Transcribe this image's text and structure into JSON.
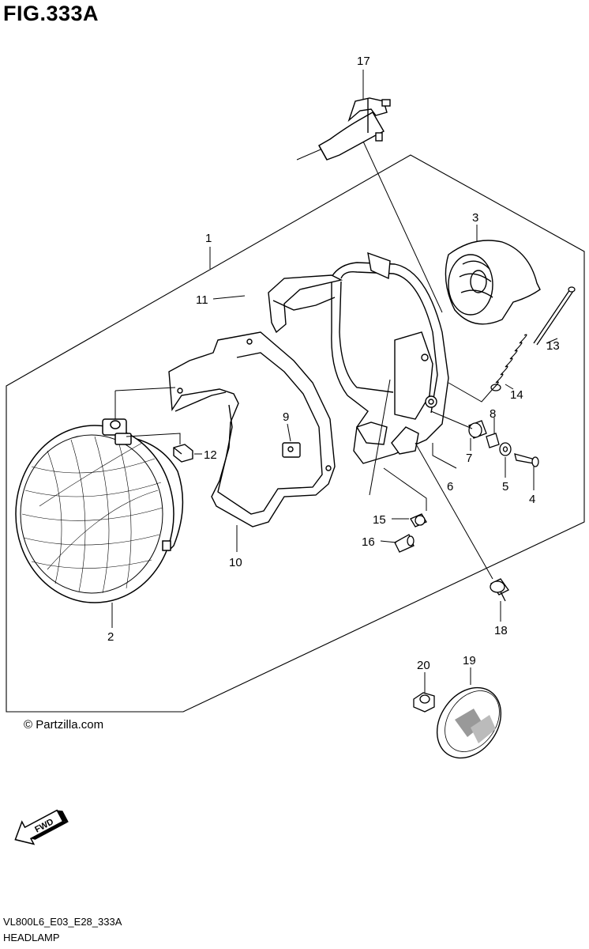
{
  "figure": {
    "title": "FIG.333A",
    "drawing_code": "VL800L6_E03_E28_333A",
    "drawing_name": "HEADLAMP",
    "copyright": "© Partzilla.com",
    "direction_label": "FWD"
  },
  "callouts": [
    "1",
    "2",
    "3",
    "4",
    "5",
    "6",
    "7",
    "8",
    "9",
    "10",
    "11",
    "12",
    "13",
    "14",
    "15",
    "16",
    "17",
    "18",
    "19",
    "20"
  ]
}
